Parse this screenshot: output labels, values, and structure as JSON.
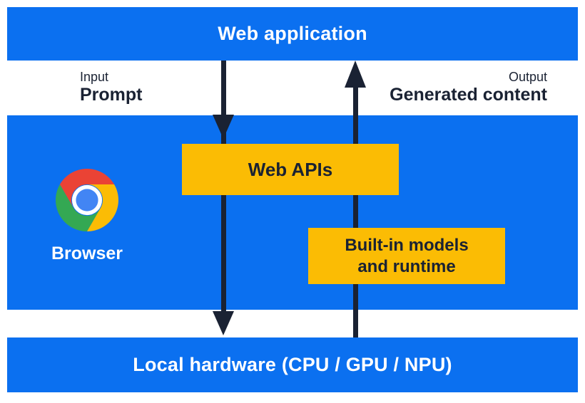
{
  "colors": {
    "section_blue": "#0B70F0",
    "box_yellow": "#FBBC04",
    "ink_navy": "#1A2233",
    "text_white": "#FFFFFF",
    "chrome_red": "#EA4335",
    "chrome_green": "#34A853",
    "chrome_yellow": "#FBBC05",
    "chrome_center_blue": "#4285F4"
  },
  "top_bar": {
    "label": "Web application"
  },
  "io_labels": {
    "input_caption": "Input",
    "input_value": "Prompt",
    "output_caption": "Output",
    "output_value": "Generated content"
  },
  "browser_section": {
    "icon": "chrome-browser-icon",
    "label": "Browser",
    "web_apis_box": {
      "label": "Web APIs"
    },
    "builtin_box": {
      "line1": "Built-in models",
      "line2": "and runtime"
    }
  },
  "bottom_bar": {
    "label": "Local hardware (CPU / GPU / NPU)"
  }
}
